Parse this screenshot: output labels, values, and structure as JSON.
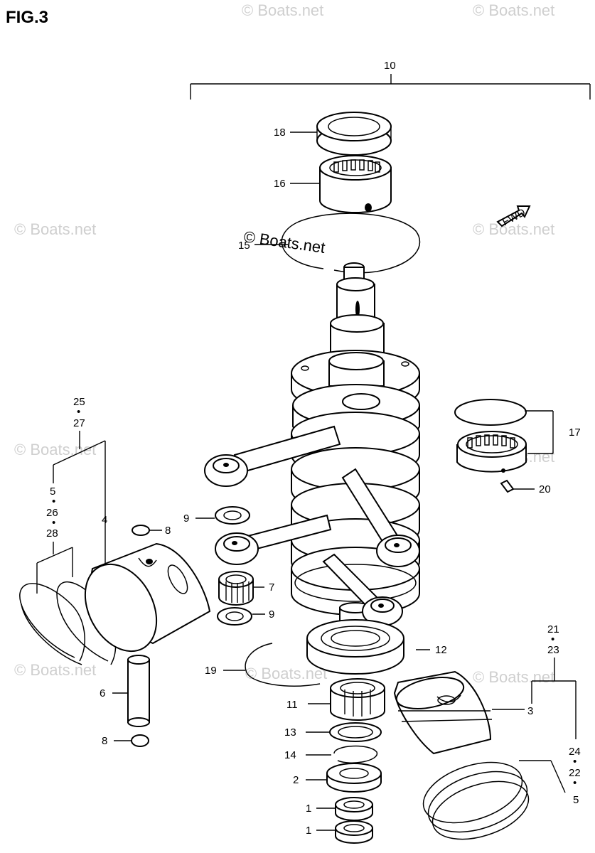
{
  "figure": {
    "title": "FIG.3"
  },
  "watermarks": {
    "main": "© Boats.net",
    "faint": [
      "© Boats.net",
      "© Boats.net",
      "© Boats.net",
      "© Boats.net",
      "© Boats.net",
      "© Boats.net",
      "© Boats.net",
      "© Boats.net",
      "© Boats.net"
    ]
  },
  "fwd_arrow": {
    "text": "FWD"
  },
  "callouts": {
    "c10": "10",
    "c18": "18",
    "c16": "16",
    "c15": "15",
    "c17": "17",
    "c20": "20",
    "c25": "25",
    "c25_dot": "•",
    "c27": "27",
    "c5": "5",
    "c5_dot": "•",
    "c26": "26",
    "c26_dot": "•",
    "c28": "28",
    "c4": "4",
    "c8a": "8",
    "c9a": "9",
    "c7": "7",
    "c9b": "9",
    "c6": "6",
    "c8b": "8",
    "c19": "19",
    "c12": "12",
    "c11": "11",
    "c13": "13",
    "c14": "14",
    "c2": "2",
    "c1a": "1",
    "c1b": "1",
    "c21": "21",
    "c21_dot": "•",
    "c23": "23",
    "c3": "3",
    "c24": "24",
    "c24_dot": "•",
    "c22": "22",
    "c22_dot": "•",
    "c5b": "5"
  }
}
